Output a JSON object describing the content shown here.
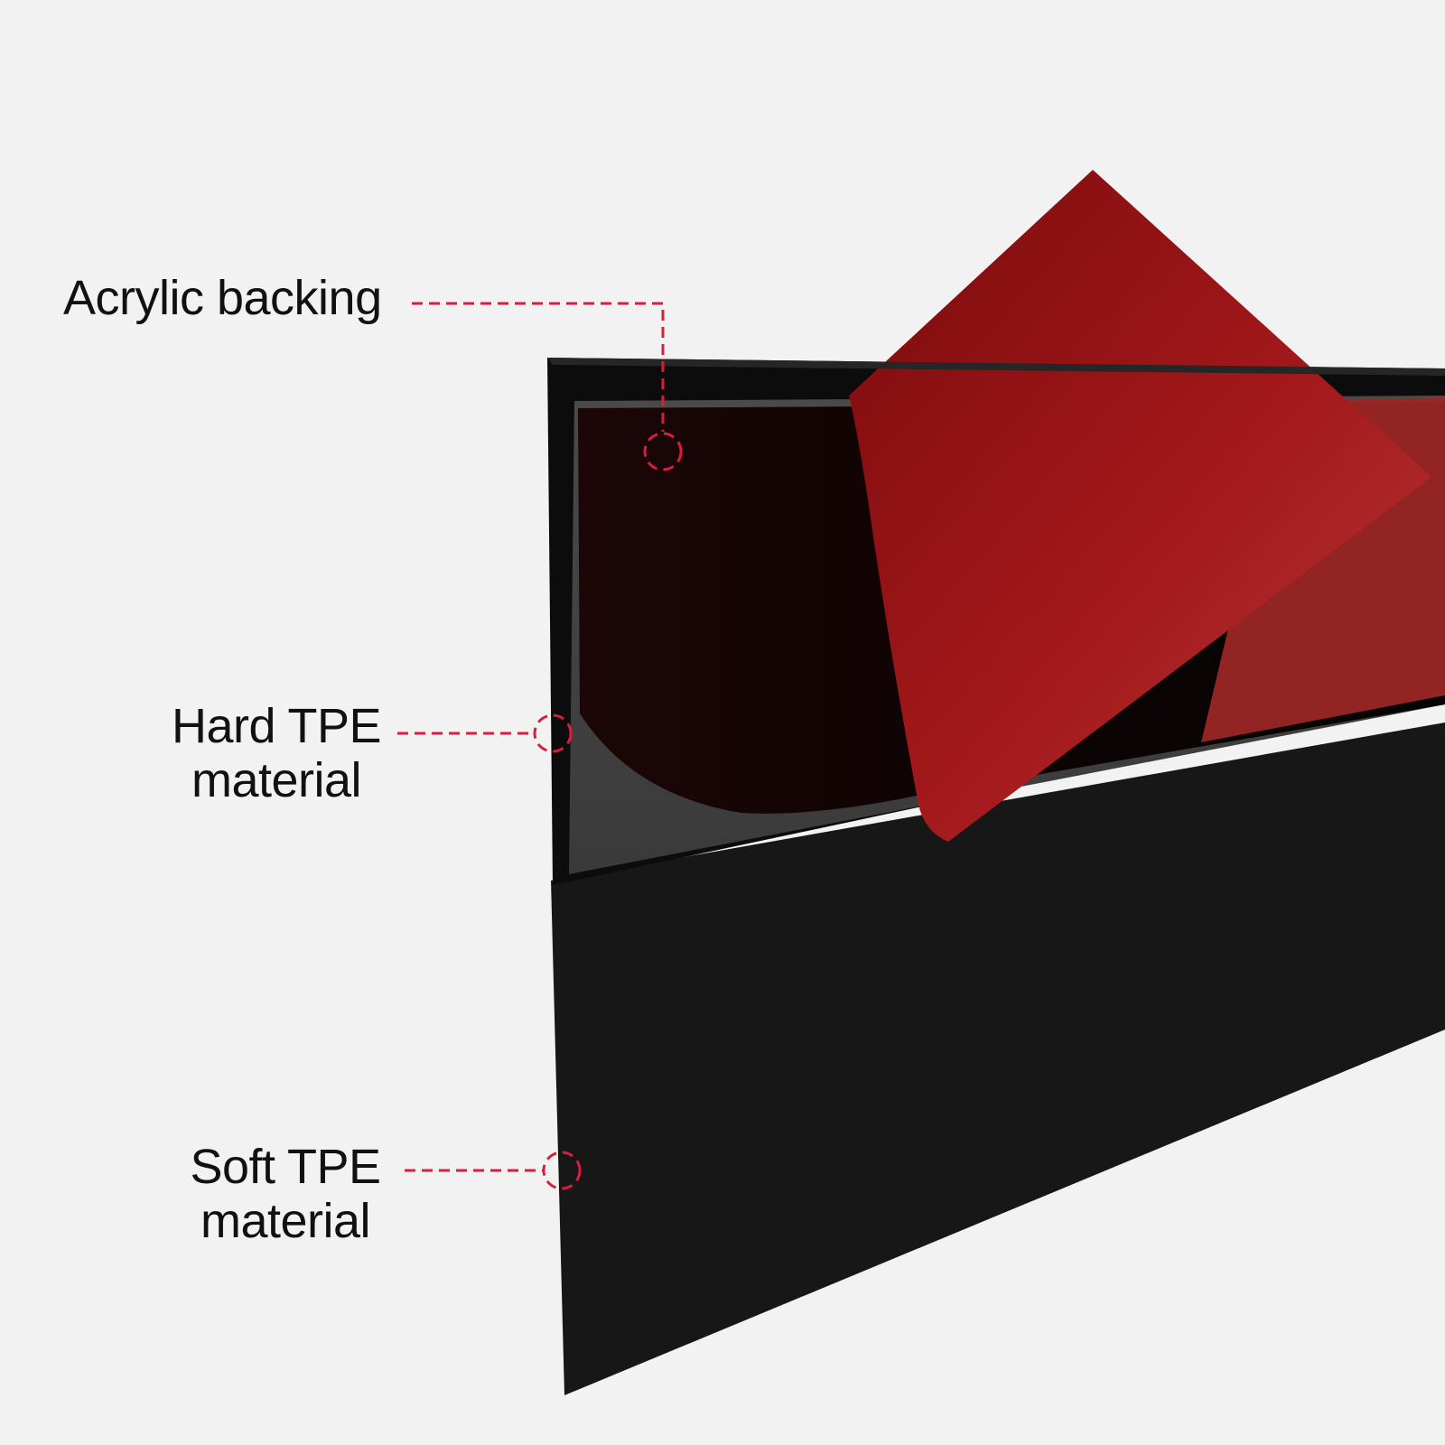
{
  "labels": {
    "acrylic": "Acrylic backing",
    "hard_line1": "Hard TPE",
    "hard_line2": "material",
    "soft_line1": "Soft TPE",
    "soft_line2": "material"
  },
  "colors": {
    "background": "#f2f2f2",
    "callout": "#d81e3c",
    "strip": "#181818",
    "backing_red": "#a01a1c"
  }
}
